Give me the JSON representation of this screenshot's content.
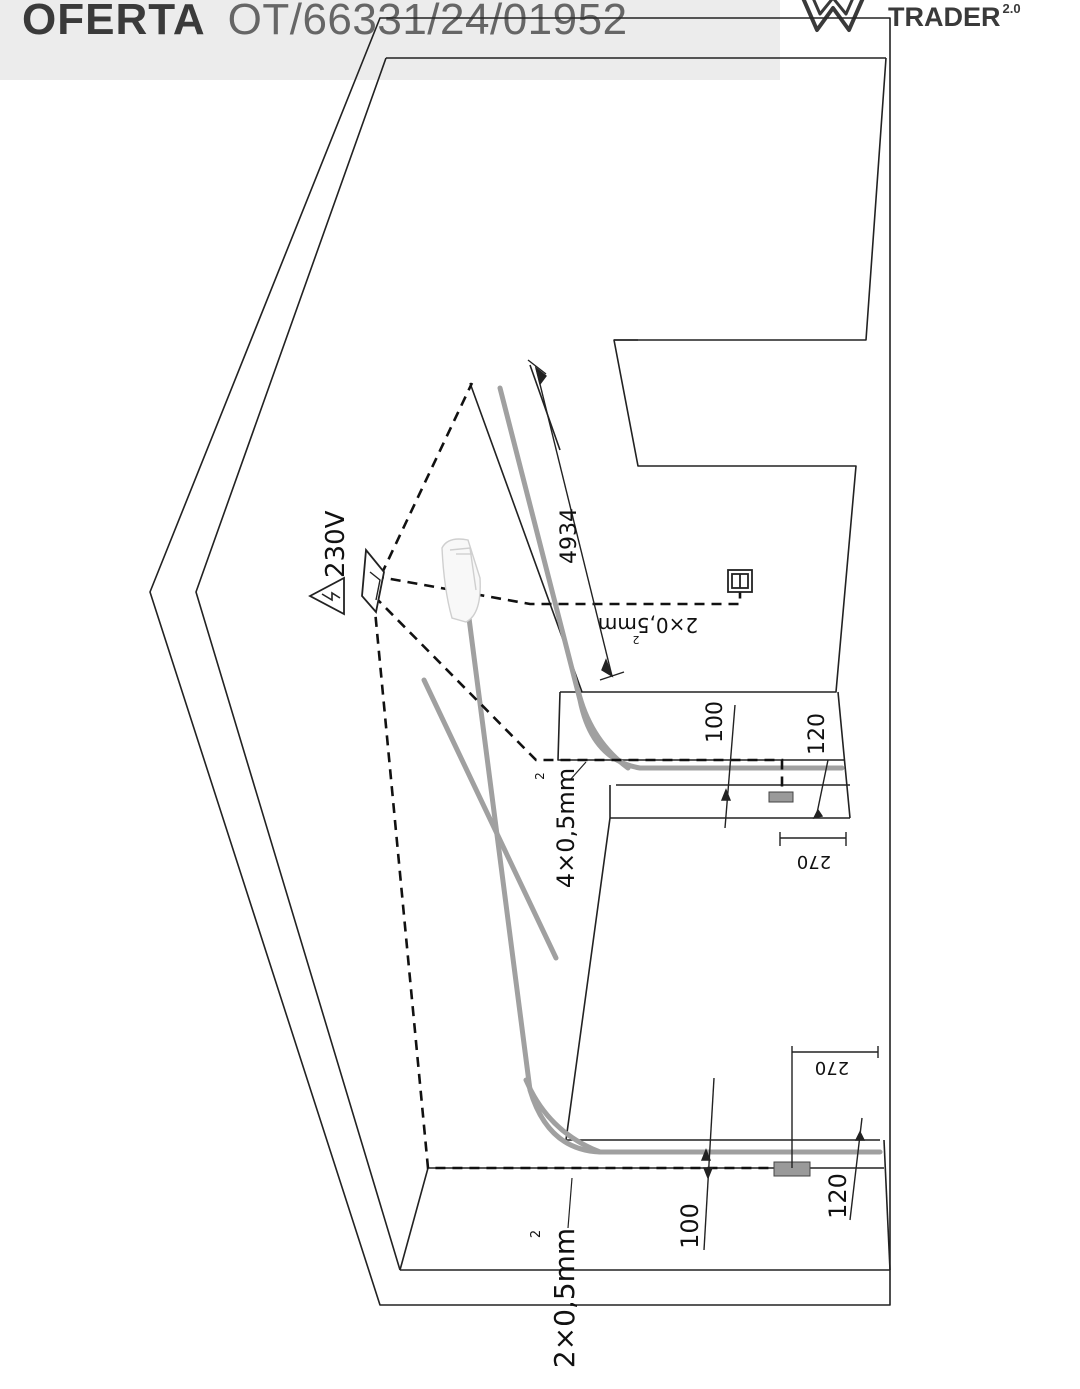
{
  "header": {
    "offer_label": "OFERTA",
    "offer_number": "OT/66331/24/01952"
  },
  "brand": {
    "name": "TRADER",
    "version": "2.0",
    "logo_icon": "w-logo-icon"
  },
  "diagram": {
    "power_supply": {
      "voltage_label": "230V",
      "icon": "high-voltage-warning-icon"
    },
    "cables": {
      "top_wall": "2×0,5mm",
      "middle": "4×0,5mm",
      "bottom": "2×0,5mm",
      "superscript": "2"
    },
    "dimensions": {
      "length": "4934",
      "upper_left": "100",
      "upper_right": "120",
      "upper_width": "270",
      "lower_width": "270",
      "lower_left": "100",
      "lower_right": "120"
    },
    "colors": {
      "line": "#222222",
      "led_strip": "#a0a0a0",
      "sensor": "#9a9a9a"
    }
  }
}
